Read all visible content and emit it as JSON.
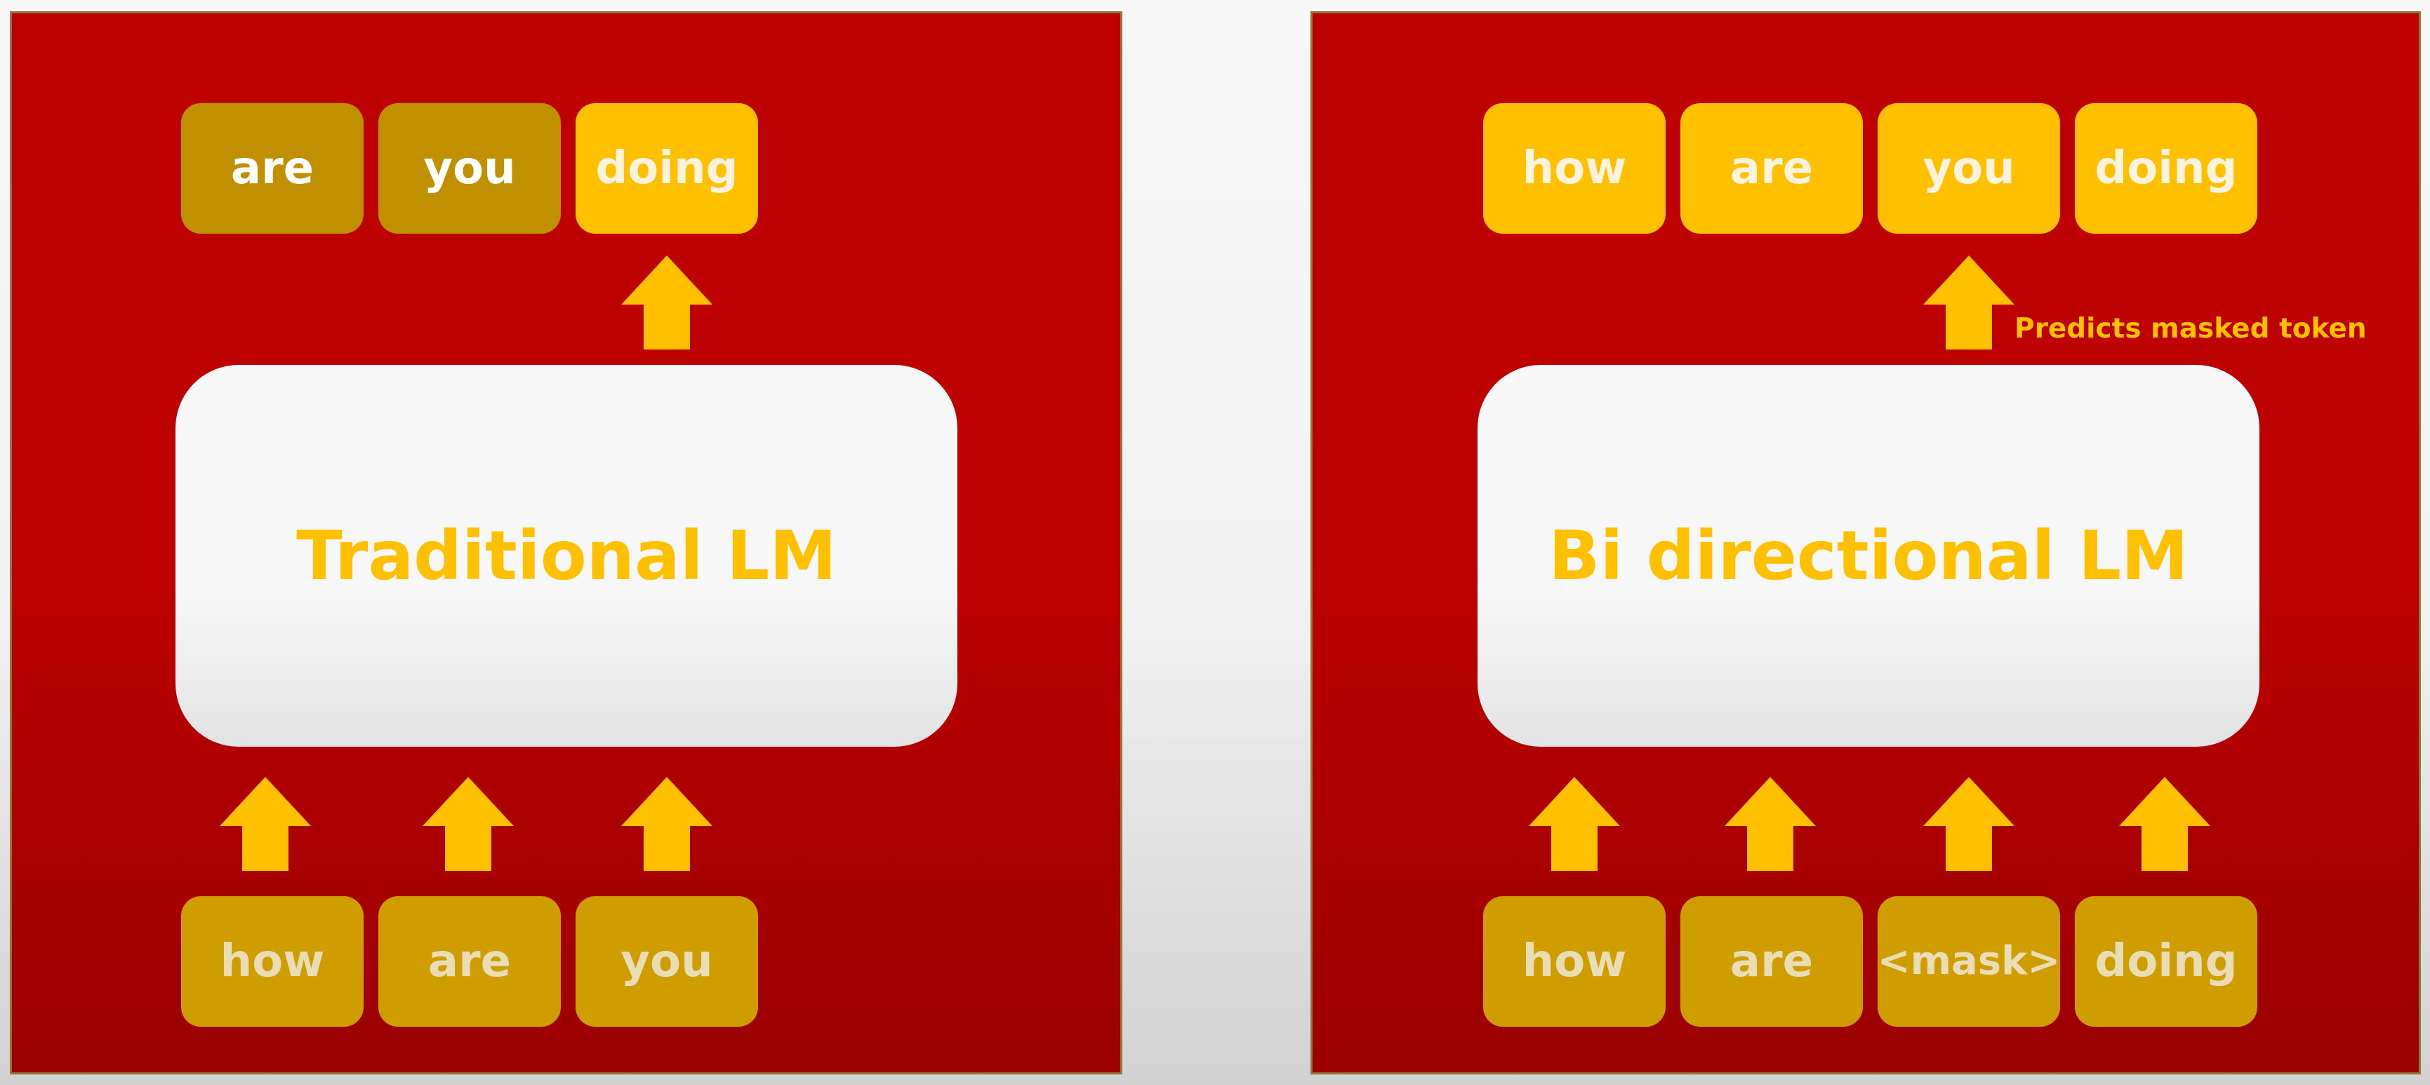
{
  "colors": {
    "panel_red": "#bd0000",
    "token_yellow": "#ffc000",
    "token_dim": "#c09000",
    "token_input": "#d09d00",
    "model_box": "#f7f7f7",
    "label_yellow": "#ffc000"
  },
  "icons": {
    "arrow": "up-arrow-icon"
  },
  "left_panel": {
    "outputs": [
      "are",
      "you",
      "doing"
    ],
    "model_label": "Traditional LM",
    "inputs": [
      "how",
      "are",
      "you"
    ]
  },
  "right_panel": {
    "outputs": [
      "how",
      "are",
      "you",
      "doing"
    ],
    "annotation": "Predicts masked token",
    "model_label": "Bi directional LM",
    "inputs": [
      "how",
      "are",
      "<mask>",
      "doing"
    ]
  }
}
